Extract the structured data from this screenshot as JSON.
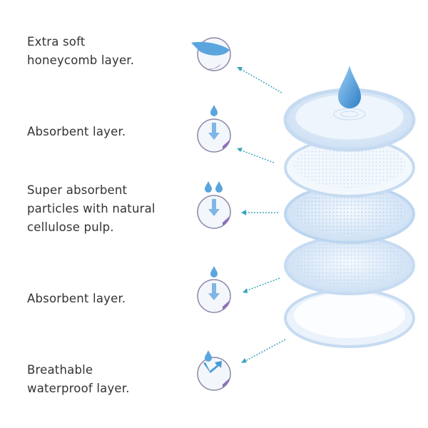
{
  "layers": [
    {
      "label_lines": [
        "Extra soft",
        "honeycomb layer."
      ],
      "icon": "feather-icon"
    },
    {
      "label_lines": [
        "Absorbent layer."
      ],
      "icon": "drop-arrow-icon"
    },
    {
      "label_lines": [
        "Super absorbent",
        "particles with natural",
        "cellulose pulp."
      ],
      "icon": "double-drop-arrow-icon"
    },
    {
      "label_lines": [
        "Absorbent layer."
      ],
      "icon": "drop-arrow-icon"
    },
    {
      "label_lines": [
        "Breathable",
        "waterproof layer."
      ],
      "icon": "drop-deflect-icon"
    }
  ],
  "colors": {
    "text": "#333333",
    "arrow": "#3aa6b9",
    "accent": "#8e6cbf",
    "pad": "#cfe2f6",
    "drop": "#4a9ad8"
  }
}
